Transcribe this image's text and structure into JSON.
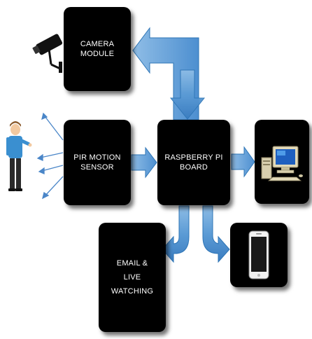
{
  "blocks": {
    "camera": [
      "CAMERA",
      "MODULE"
    ],
    "pir": [
      "PIR MOTION",
      "SENSOR"
    ],
    "rpi": [
      "RASPBERRY PI",
      "BOARD"
    ],
    "email": [
      "EMAIL &",
      "LIVE",
      "WATCHING"
    ]
  },
  "colors": {
    "block": "#000000",
    "label": "#ffffff",
    "arrow_fill": "#5b9bd5",
    "arrow_edge": "#2e75b6",
    "ray": "#4a86c8"
  },
  "icons": {
    "camera": "cctv-camera-icon",
    "person": "person-icon",
    "computer": "desktop-computer-icon",
    "phone": "smartphone-icon"
  }
}
